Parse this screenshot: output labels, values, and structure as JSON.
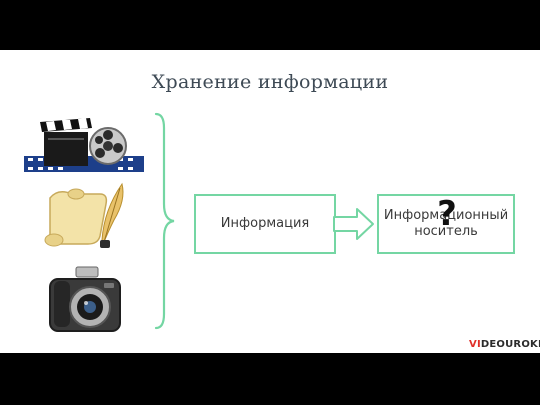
{
  "slide": {
    "title": "Хранение информации",
    "info_label": "Информация",
    "carrier_label": "Информационный носитель",
    "question_mark": "?",
    "logo_text": "VIDEOUROKI"
  },
  "icons": [
    "film-reel-icon",
    "clapperboard-icon",
    "scroll-quill-icon",
    "camera-icon",
    "right-arrow-icon",
    "curly-brace-icon"
  ],
  "colors": {
    "box_border": "#74d6a3",
    "title": "#3e4a55",
    "logo_accent": "#e0302a"
  }
}
